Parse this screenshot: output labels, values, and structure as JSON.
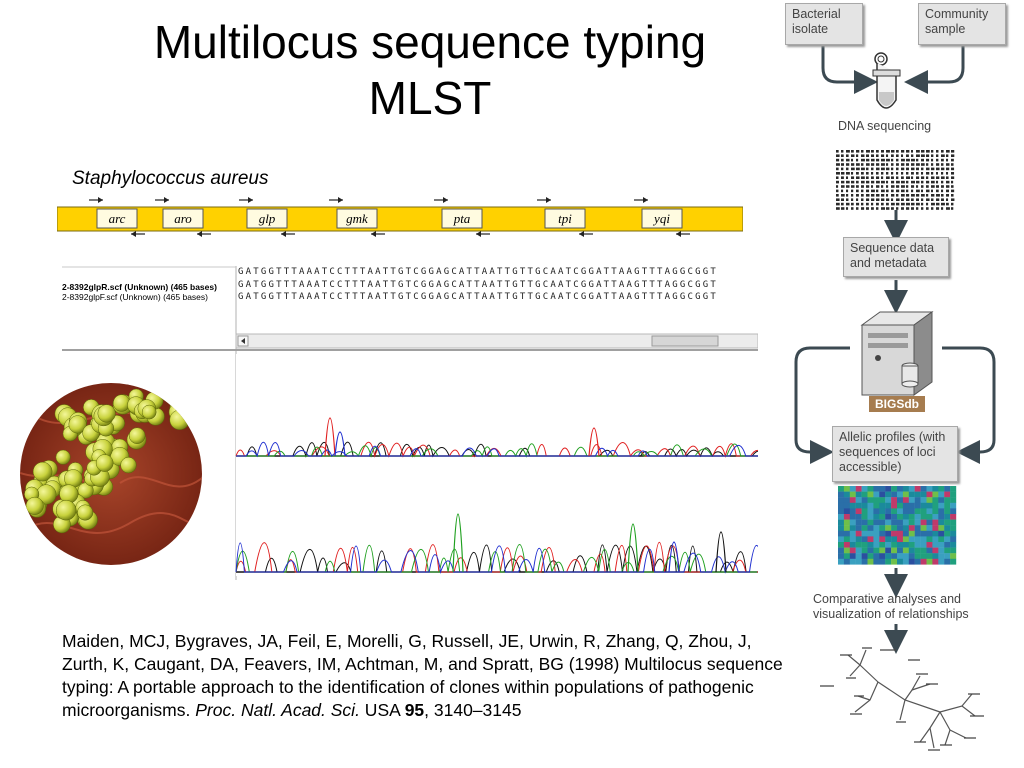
{
  "slide": {
    "title_line1": "Multilocus sequence typing",
    "title_line2": "MLST",
    "organism": "Staphylococcus aureus",
    "genes": [
      "arc",
      "aro",
      "glp",
      "gmk",
      "pta",
      "tpi",
      "yqi"
    ],
    "gene_bar_color": "#ffd100",
    "sequence_viewer": {
      "consensus_row": "GATGGTTTAAATCCTTTAATTGTCGGAGCATTAATTGTTGCAATCGGATTAAGTTTAGGCGGT",
      "rows": [
        {
          "name": "2-8392glpR.scf (Unknown) (465 bases)",
          "seq": "GATGGTTTAAATCCTTTAATTGTCGGAGCATTAATTGTTGCAATCGGATTAAGTTTAGGCGGT"
        },
        {
          "name": "2-8392glpF.scf (Unknown) (465 bases)",
          "seq": "GATGGTTTAAATCCTTTAATTGTCGGAGCATTAATTGTTGCAATCGGATTAAGTTTAGGCGGT"
        }
      ]
    },
    "citation": {
      "text": "Maiden, MCJ, Bygraves, JA, Feil, E, Morelli, G, Russell, JE, Urwin, R, Zhang, Q, Zhou, J, Zurth, K, Caugant, DA, Feavers, IM, Achtman, M, and Spratt, BG (1998) Multilocus sequence typing: A portable approach to the identification of clones within populations of pathogenic microorganisms.",
      "journal": "Proc. Natl. Acad. Sci.",
      "country": " USA ",
      "volume": "95",
      "pages": ", 3140–3145"
    }
  },
  "flowchart": {
    "bacterial_isolate": "Bacterial isolate",
    "community_sample": "Community sample",
    "dna_sequencing": "DNA sequencing",
    "sequence_data": "Sequence data and metadata",
    "bigsdb": "BIGSdb",
    "allelic_profiles": "Allelic profiles (with sequences of loci accessible)",
    "comparative": "Comparative analyses and visualization of relationships",
    "colors": {
      "box_fill": "#e4e4e4",
      "arrow": "#3c4a52",
      "bigsdb_label": "#a67c4f"
    }
  }
}
